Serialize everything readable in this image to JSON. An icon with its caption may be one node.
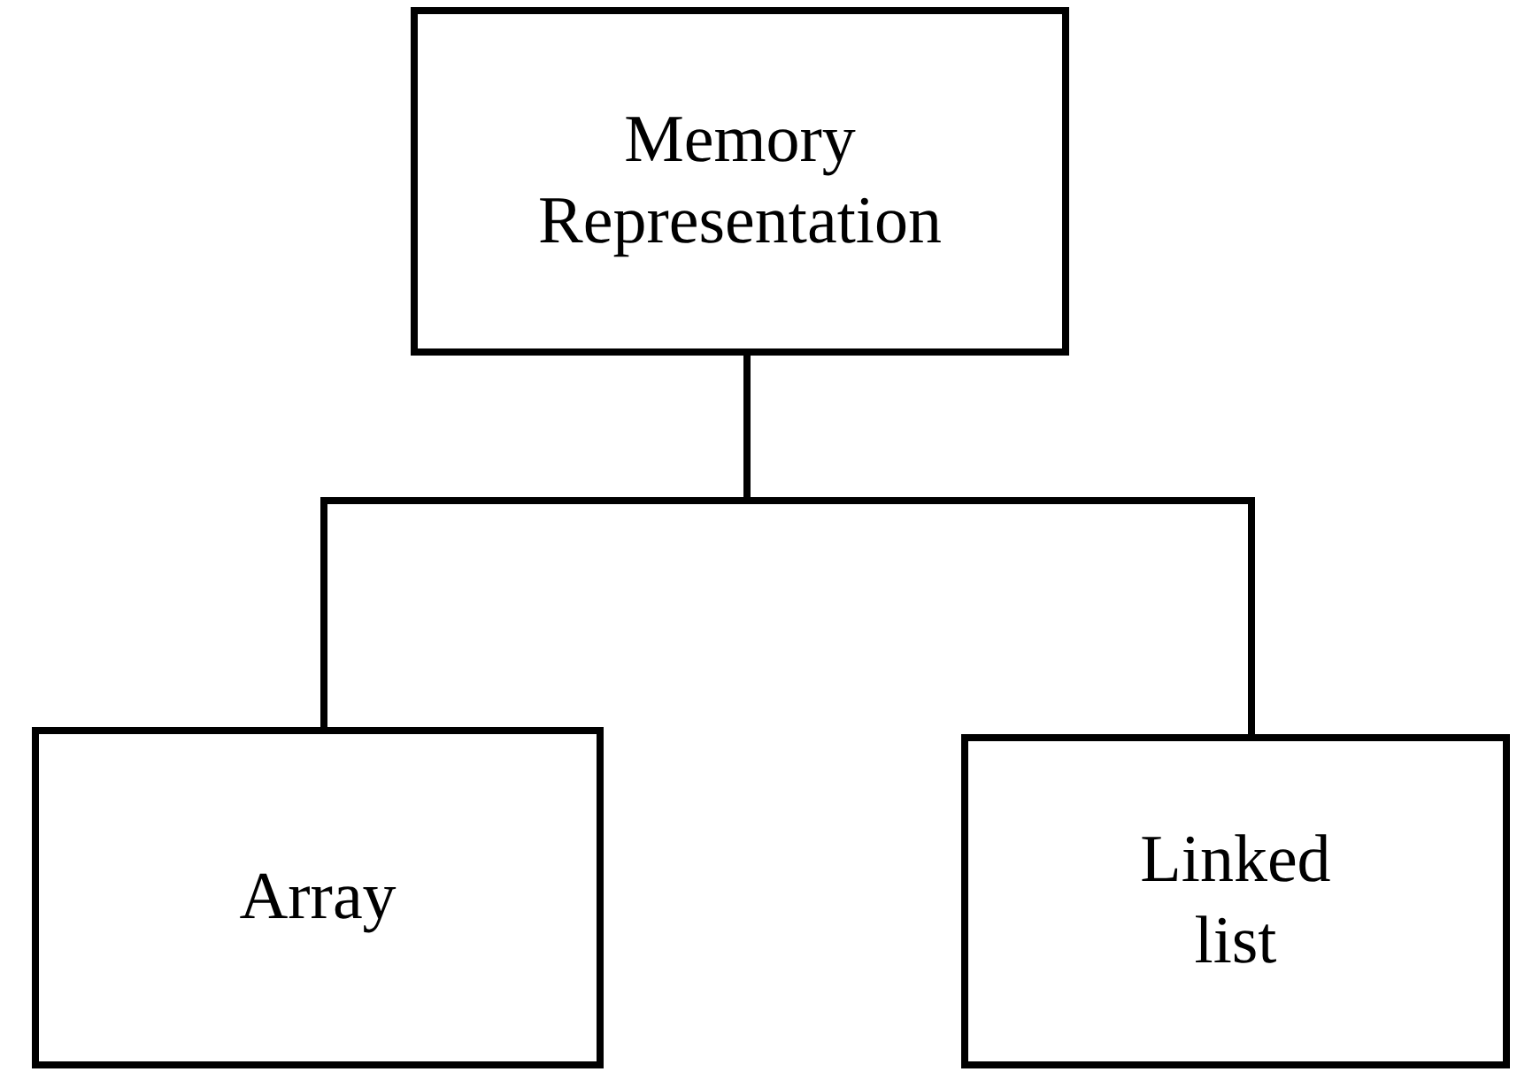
{
  "diagram": {
    "nodes": [
      {
        "text": [
          "Memory Representation"
        ]
      },
      {
        "text": [
          "Array"
        ]
      },
      {
        "text": [
          "Linked list"
        ]
      }
    ],
    "edges": [
      {
        "from": 0,
        "to": 1,
        "arrow": "none"
      },
      {
        "from": 0,
        "to": 2,
        "arrow": "none"
      }
    ]
  }
}
